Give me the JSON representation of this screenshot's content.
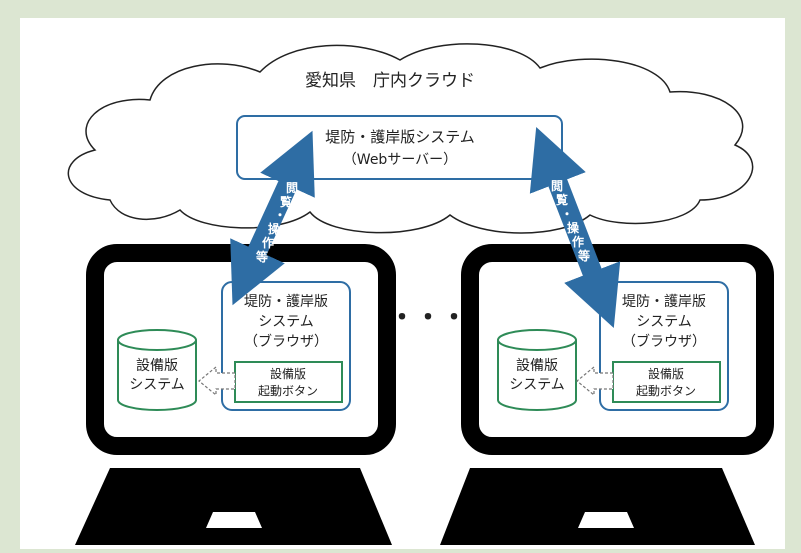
{
  "cloud": {
    "label": "愛知県　庁内クラウド"
  },
  "server": {
    "title": "堤防・護岸版システム",
    "subtitle": "（Webサーバー）"
  },
  "arrows": {
    "left": [
      "閲",
      "覧",
      "・",
      "操",
      "作",
      "等"
    ],
    "right": [
      "閲",
      "覧",
      "・",
      "操",
      "作",
      "等"
    ]
  },
  "ellipsis": "・・・",
  "terminals": [
    {
      "browser": [
        "堤防・護岸版",
        "システム",
        "（ブラウザ）"
      ],
      "button": [
        "設備版",
        "起動ボタン"
      ],
      "system": [
        "設備版",
        "システム"
      ]
    },
    {
      "browser": [
        "堤防・護岸版",
        "システム",
        "（ブラウザ）"
      ],
      "button": [
        "設備版",
        "起動ボタン"
      ],
      "system": [
        "設備版",
        "システム"
      ]
    }
  ],
  "colors": {
    "background": "#dce6d2",
    "blue_border": "#2e6da4",
    "green_border": "#2e8b57",
    "arrow": "#2e6da4",
    "device": "#000000"
  }
}
